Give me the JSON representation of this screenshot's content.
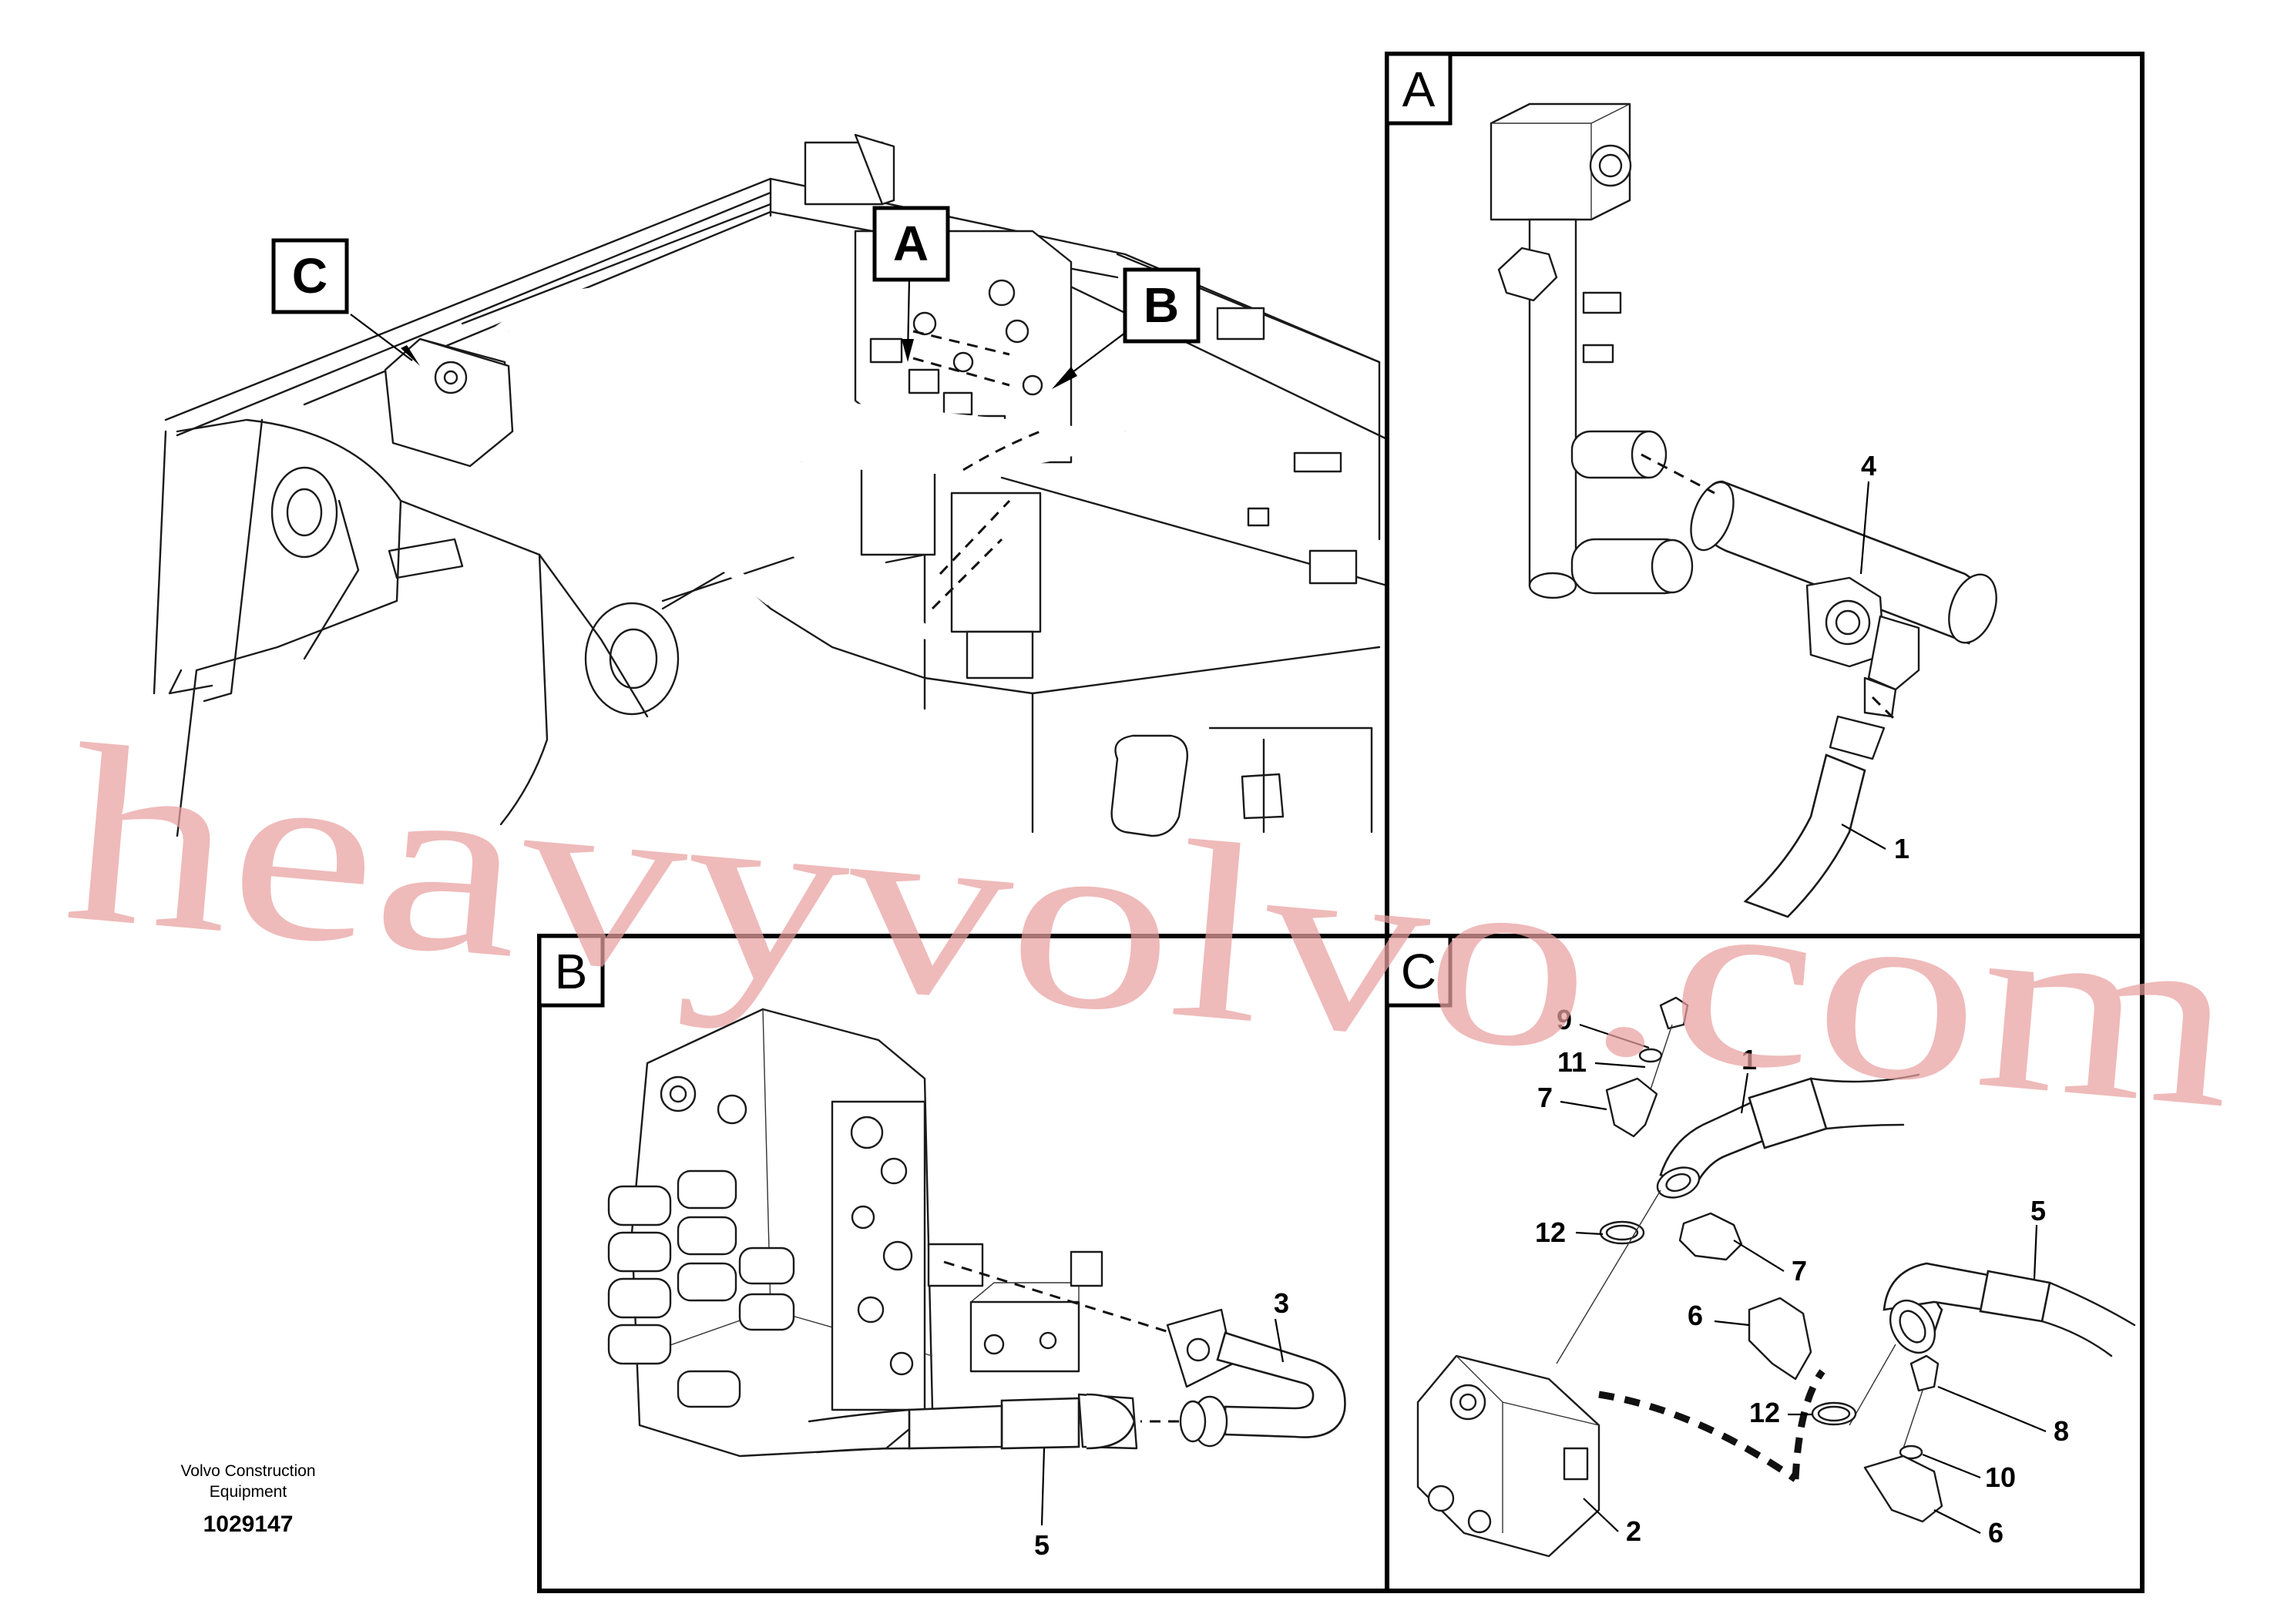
{
  "watermark": "heavyvolvo.com",
  "brand": {
    "line1": "Volvo Construction",
    "line2": "Equipment"
  },
  "drawing_number": "1029147",
  "overview_callouts": {
    "a": "A",
    "b": "B",
    "c": "C"
  },
  "panels": {
    "a": {
      "letter": "A",
      "labels": {
        "p4": "4",
        "p1": "1"
      }
    },
    "b": {
      "letter": "B",
      "labels": {
        "p3": "3",
        "p5": "5"
      }
    },
    "c": {
      "letter": "C",
      "labels": {
        "p9": "9",
        "p11": "11",
        "p7a": "7",
        "p1": "1",
        "p12a": "12",
        "p7b": "7",
        "p6a": "6",
        "p5": "5",
        "p12b": "12",
        "p8": "8",
        "p10": "10",
        "p6b": "6",
        "p2": "2"
      }
    }
  }
}
